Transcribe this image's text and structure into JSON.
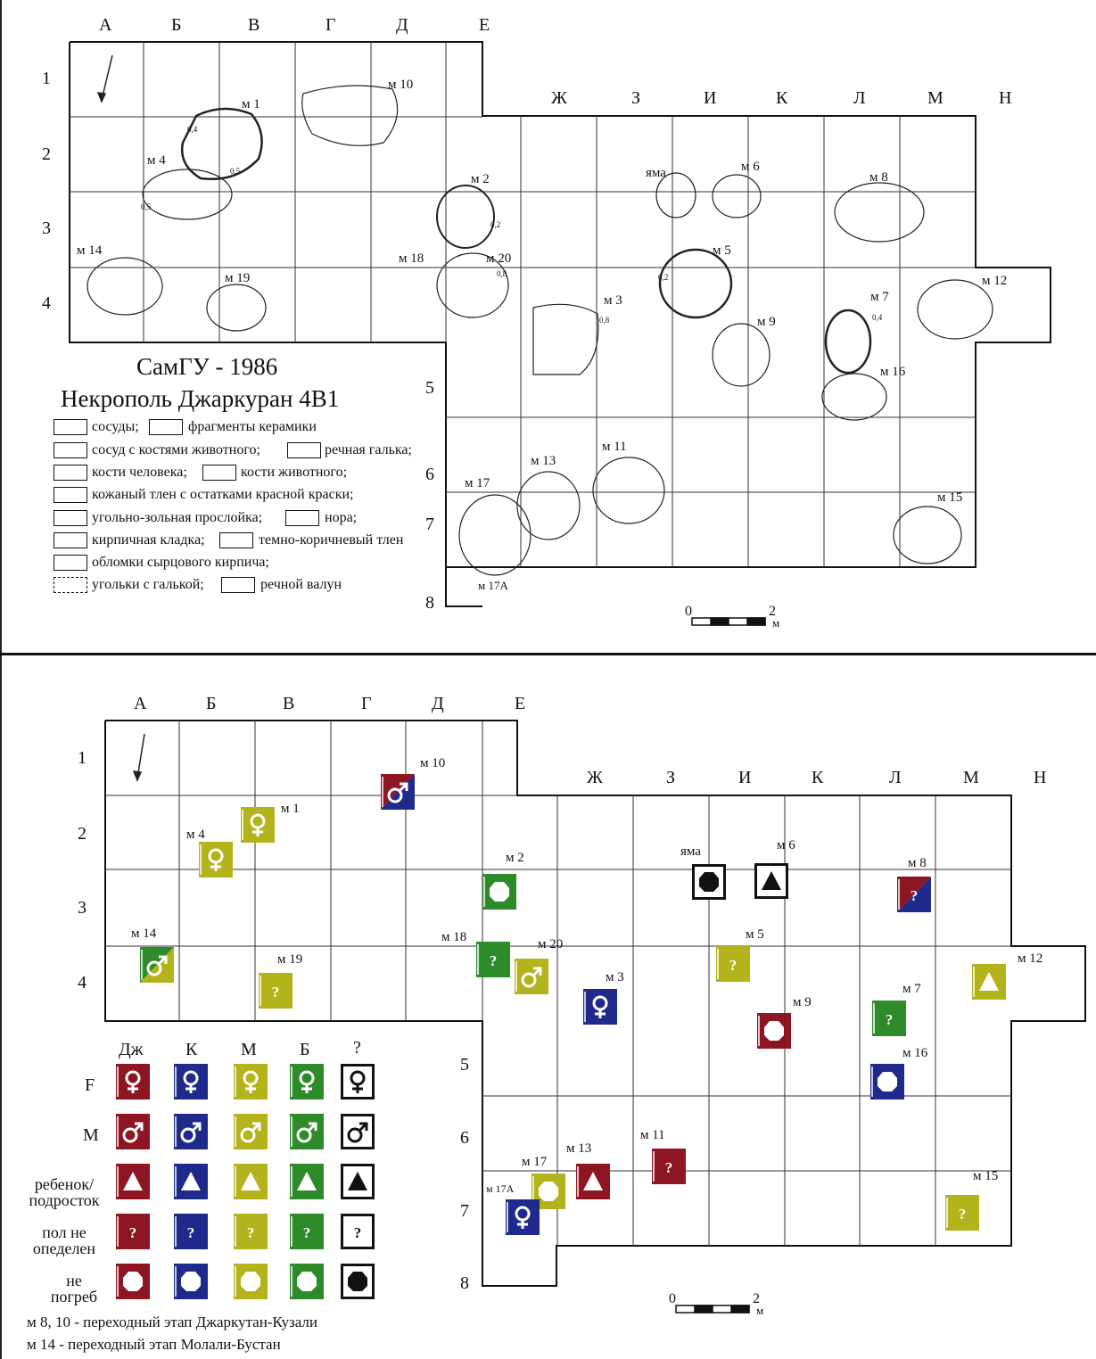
{
  "top_panel": {
    "columns": [
      "А",
      "Б",
      "В",
      "Г",
      "Д",
      "Е",
      "Ж",
      "З",
      "И",
      "К",
      "Л",
      "М",
      "Н"
    ],
    "rows": [
      "1",
      "2",
      "3",
      "4",
      "5",
      "6",
      "7",
      "8"
    ],
    "title_line1": "СамГУ - 1986",
    "title_line2": "Некрополь Джаркуран 4В1",
    "graves": [
      "м 1",
      "м 2",
      "м 3",
      "м 4",
      "м 5",
      "м 6",
      "м 7",
      "м 8",
      "м 9",
      "м 10",
      "м 11",
      "м 12",
      "м 13",
      "м 14",
      "м 15",
      "м 16",
      "м 17",
      "м 17А",
      "м 18",
      "м 19",
      "м 20",
      "яма"
    ],
    "depth_marks": [
      "0,4",
      "0,5",
      "0,5",
      "0,2",
      "0,8",
      "0,2",
      "0,8",
      "0,4"
    ],
    "scale": {
      "start": "0",
      "end": "2",
      "unit": "м"
    },
    "legend": [
      {
        "a": "сосуды;",
        "b": "фрагменты керамики"
      },
      {
        "a": "сосуд с костями животного;",
        "b": "речная галька;"
      },
      {
        "a": "кости человека;",
        "b": "кости животного;"
      },
      {
        "a": "кожаный тлен с остатками красной краски;",
        "b": ""
      },
      {
        "a": "угольно-зольная прослойка;",
        "b": "нора;"
      },
      {
        "a": "кирпичная кладка;",
        "b": "темно-коричневый тлен"
      },
      {
        "a": "обломки сырцового кирпича;",
        "b": ""
      },
      {
        "a": "угольки с галькой;",
        "b": "речной валун"
      }
    ]
  },
  "bottom_panel": {
    "columns": [
      "А",
      "Б",
      "В",
      "Г",
      "Д",
      "Е",
      "Ж",
      "З",
      "И",
      "К",
      "Л",
      "М",
      "Н"
    ],
    "rows": [
      "1",
      "2",
      "3",
      "4",
      "5",
      "6",
      "7",
      "8"
    ],
    "graves": [
      "м 1",
      "м 2",
      "м 3",
      "м 4",
      "м 5",
      "м 6",
      "м 7",
      "м 8",
      "м 9",
      "м 10",
      "м 11",
      "м 12",
      "м 13",
      "м 14",
      "м 15",
      "м 16",
      "м 17",
      "м 17А",
      "м 18",
      "м 19",
      "м 20",
      "яма"
    ],
    "scale": {
      "start": "0",
      "end": "2",
      "unit": "м"
    },
    "legend_columns": [
      "Дж",
      "К",
      "М",
      "Б",
      "?"
    ],
    "legend_rows": [
      "F",
      "M",
      "ребенок/ подросток",
      "пол не опеделен",
      "не погреб"
    ],
    "notes": [
      "м 8, 10 - переходный этап Джаркутан-Кузали",
      "м 14 - переходный этап Молали-Бустан"
    ],
    "colors": {
      "Дж": "#8e1622",
      "К": "#1f2a8c",
      "М": "#b3b31c",
      "Б": "#2e8b2a",
      "?": "#ffffff"
    },
    "symbols": [
      "female-icon",
      "male-icon",
      "triangle-icon",
      "question-icon",
      "octagon-icon"
    ]
  }
}
